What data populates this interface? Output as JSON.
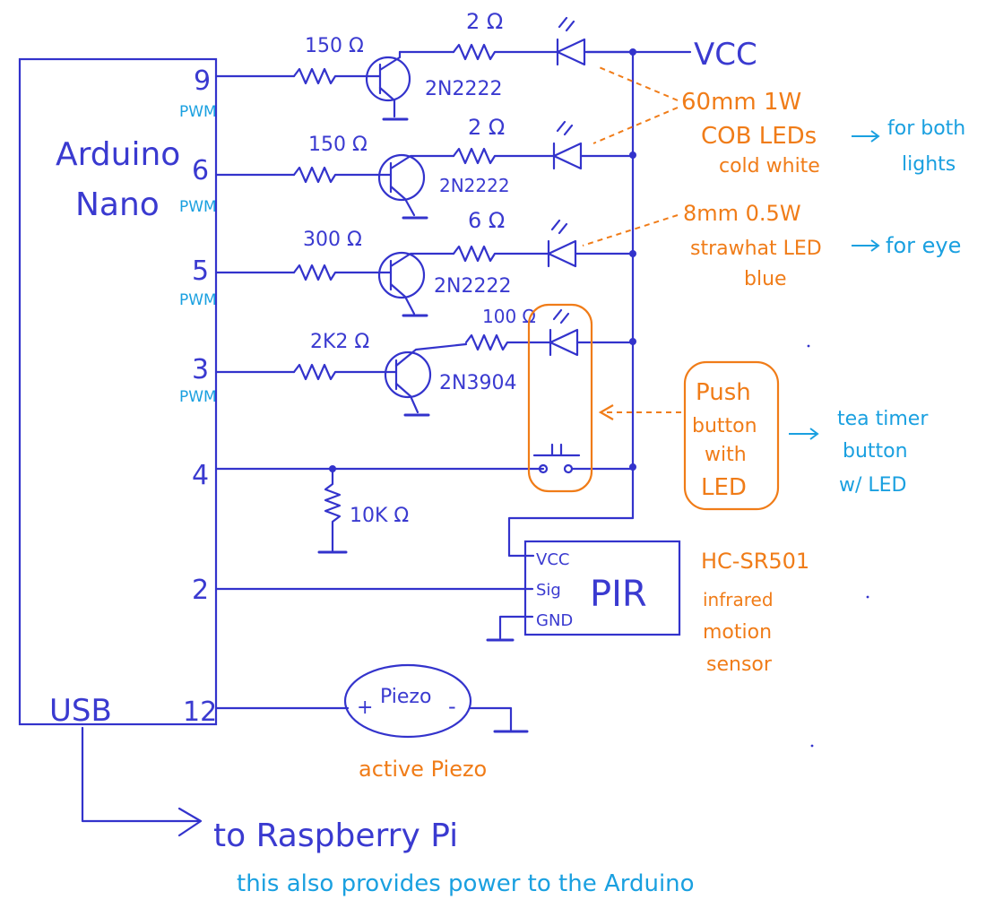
{
  "colors": {
    "wire": "#3333cc",
    "annotation": "#f07c18",
    "note": "#1aa0e0"
  },
  "nano": {
    "line1": "Arduino",
    "line2": "Nano",
    "usb": "USB"
  },
  "pins": {
    "p9": "9",
    "p6": "6",
    "p5": "5",
    "p3": "3",
    "p4": "4",
    "p2": "2",
    "p12": "12",
    "pwm": "PWM"
  },
  "vcc": "VCC",
  "channels": [
    {
      "r_base": "150 Ω",
      "r_led": "2 Ω",
      "transistor": "2N2222"
    },
    {
      "r_base": "150 Ω",
      "r_led": "2 Ω",
      "transistor": "2N2222"
    },
    {
      "r_base": "300 Ω",
      "r_led": "6 Ω",
      "transistor": "2N2222"
    },
    {
      "r_base": "2K2 Ω",
      "r_led": "100 Ω",
      "transistor": "2N3904"
    }
  ],
  "pulldown": "10K Ω",
  "cob": {
    "line1": "60mm 1W",
    "line2": "COB LEDs",
    "line3": "cold white",
    "note1": "for both",
    "note2": "lights"
  },
  "straw": {
    "line1": "8mm 0.5W",
    "line2": "strawhat LED",
    "line3": "blue",
    "note": "for eye"
  },
  "push": {
    "line1": "Push",
    "line2": "button",
    "line3": "with",
    "line4": "LED",
    "note1": "tea timer",
    "note2": "button",
    "note3": "w/ LED"
  },
  "pir": {
    "label": "PIR",
    "vcc": "VCC",
    "sig": "Sig",
    "gnd": "GND",
    "desc1": "HC-SR501",
    "desc2": "infrared",
    "desc3": "motion",
    "desc4": "sensor"
  },
  "piezo": {
    "label": "Piezo",
    "plus": "+",
    "minus": "-",
    "caption": "active Piezo"
  },
  "rpi": {
    "label": "to Raspberry Pi",
    "note": "this also provides power to the Arduino"
  }
}
